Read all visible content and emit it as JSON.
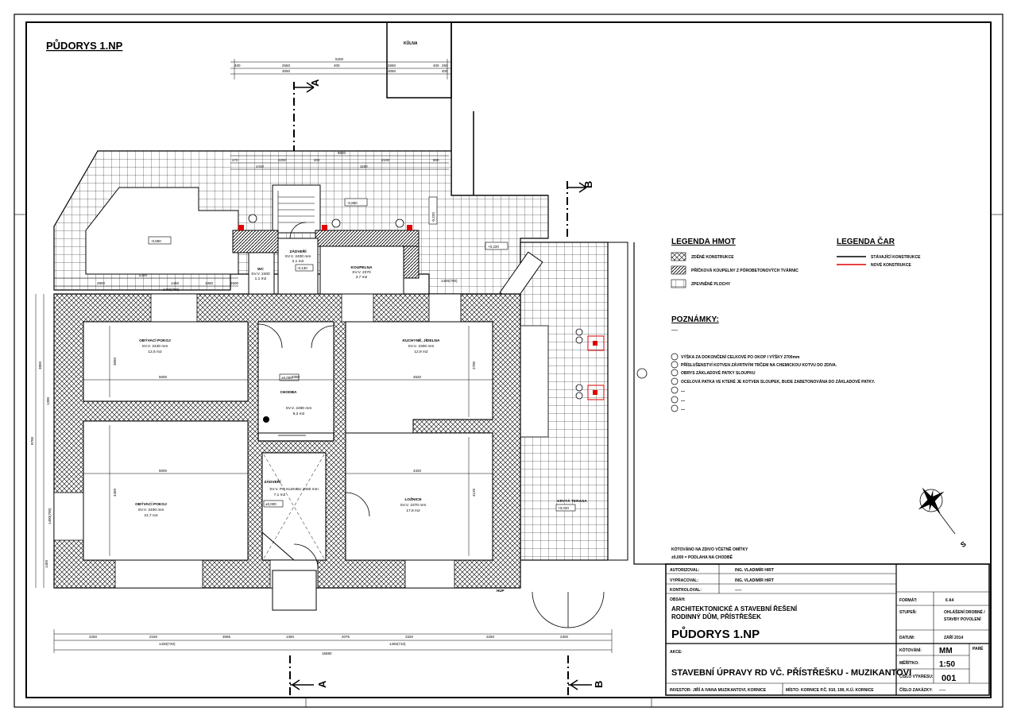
{
  "drawing": {
    "title": "PŮDORYS 1.NP",
    "section_a": "A",
    "section_b": "B",
    "north_label": "S",
    "colors": {
      "line": "#000000",
      "new_construction": "#e00000",
      "paper": "#ffffff"
    }
  },
  "top_dims": {
    "overall": "5200",
    "row1": [
      "400",
      "2650",
      "400",
      "2650",
      "400",
      "250"
    ],
    "row2": [
      "3050",
      "3050",
      "400"
    ],
    "kolna": "KŮLNA"
  },
  "terrace_dims": {
    "overall": "8800",
    "row": [
      "270",
      "1410",
      "2200",
      "400",
      "1150",
      "2100",
      "800"
    ]
  },
  "level_marks": [
    "-0,590",
    "-0,850",
    "-0,220",
    "-0,130",
    "+0,220",
    "±0,000",
    "±0,000",
    "+0,020"
  ],
  "rooms": [
    {
      "name": "WC",
      "sv": "SV.V. 2400",
      "area": "1,1 m2"
    },
    {
      "name": "ZÁDVEŘÍ",
      "sv": "SV.V. 2400 mm",
      "area": "2,1 m2"
    },
    {
      "name": "KOUPELNA",
      "sv": "SV.V. 2370",
      "area": "3,7 m2"
    },
    {
      "name": "OBÝVACÍ POKOJ",
      "sv": "SV.V. 2430 mm",
      "area": "12,5 m2"
    },
    {
      "name": "CHODBA",
      "sv": "SV.V. 2490 mm",
      "area": "8,3 m2"
    },
    {
      "name": "KUCHYNĚ, JÍDELNA",
      "sv": "SV.V. 2300 mm",
      "area": "12,9 m2"
    },
    {
      "name": "OBÝVACÍ POKOJ",
      "sv": "SV.V. 2400 mm",
      "area": "21,7 m2"
    },
    {
      "name": "ZÁDVEŘÍ",
      "sv": "SV.V. PO KLENBU 2050 mm",
      "area": "7,1 m2"
    },
    {
      "name": "LOŽNICE",
      "sv": "SV.V. 2370 mm",
      "area": "17,8 m2"
    },
    {
      "name": "KRYTÁ TERASA",
      "sv": "",
      "area": ""
    }
  ],
  "plan_dims": {
    "left_row": [
      "2800",
      "5300",
      "1450",
      "1050",
      "2600"
    ],
    "left_sub": "1400(700)",
    "mid_sub": "1400(700)",
    "room_widths": [
      "5000",
      "3350",
      "4520",
      "5000",
      "4320"
    ],
    "vertical": [
      "3650",
      "4450",
      "2700",
      "4120",
      "1450",
      "1400(700)",
      "1300",
      "3850",
      "8700"
    ]
  },
  "bottom_dims": {
    "row": [
      "2250",
      "2150",
      "3065",
      "1350",
      "2075",
      "3320",
      "2250",
      "2300"
    ],
    "sub": [
      "1430(720)",
      "1450(710)"
    ],
    "overall": "16680",
    "hup": "HUP"
  },
  "legend_hmot": {
    "title": "LEGENDA HMOT",
    "items": [
      "ZDĚNÉ KONSTRUKCE",
      "PŘÍČKOVÁ KOUPELNY Z PÓROBETONOVÝCH TVÁRNIC",
      "ZPEVNĚNÉ PLOCHY"
    ]
  },
  "legend_car": {
    "title": "LEGENDA ČAR",
    "items": [
      "STÁVAJÍCÍ KONSTRUKCE",
      "NOVÉ KONSTRUKCE"
    ]
  },
  "notes": {
    "title": "POZNÁMKY:",
    "dash": "—",
    "items": [
      "VÝŠKA ZA DOKONČENÍ CELKOVÉ PO OKOP I VÝŠKY 2700mm",
      "PŘÍSLUŠENSTVÍ KOTVEN ZÁVRTNÝM TRČEM NA CHEMICKOU KOTVU DO ZDIVA.",
      "OBRYS ZÁKLADOVÉ PATKY SLOUPKU",
      "OCELOVÁ PATKA VE KTERÉ JE KOTVEN SLOUPEK, BUDE ZABETONOVÁNA DO ZÁKLADOVÉ PATKY.",
      "—",
      "—",
      "—"
    ]
  },
  "level_note": [
    "KÓTOVÁNO NA ZDIVO VČETNĚ OMÍTKY",
    "±0,000 = PODLAHA NA CHODBĚ"
  ],
  "title_block": {
    "autorizoval_label": "AUTORIZOVAL:",
    "autorizoval": "ING. VLADIMÍR HIRT",
    "vypracoval_label": "VYPRACOVAL:",
    "vypracoval": "ING. VLADIMÍR HIRT",
    "kontroloval_label": "KONTROLOVAL:",
    "kontroloval": "-----",
    "obsah_label": "OBSAH:",
    "obsah": [
      "ARCHITEKTONICKÉ A STAVEBNÍ ŘEŠENÍ",
      "RODINNÝ DŮM, PŘÍSTŘEŠEK"
    ],
    "drawing_name": "PŮDORYS 1.NP",
    "format_label": "FORMÁT:",
    "format": "6 A4",
    "stupen_label": "STUPEŇ:",
    "stupen": [
      "OHLÁŠENÍ DROBNÉ /",
      "STAVBY POVOLENÍ"
    ],
    "datum_label": "DATUM:",
    "datum": "ZÁŘÍ 2014",
    "akce_label": "AKCE:",
    "akce": "STAVEBNÍ ÚPRAVY RD VČ. PŘÍSTŘEŠKU - MUZIKANTOVI",
    "kotovano_label": "KÓTOVÁNÍ:",
    "kotovano": "MM",
    "meritko_label": "MĚŘÍTKO:",
    "meritko": "1:50",
    "vykres_label": "ČÍSLO VÝKRESU:",
    "vykres": "001",
    "zakazka_label": "ČÍSLO ZAKÁZKY:",
    "zakazka": "-----",
    "pare_label": "PARÉ",
    "investor_label": "INVESTOR:",
    "investor": "JIŘÍ A IVANA MUZIKANTOVI, KORNICE",
    "misto_label": "MÍSTO:",
    "misto": "KORNICE P.Č. 910, 190, K.Ú. KORNICE"
  }
}
